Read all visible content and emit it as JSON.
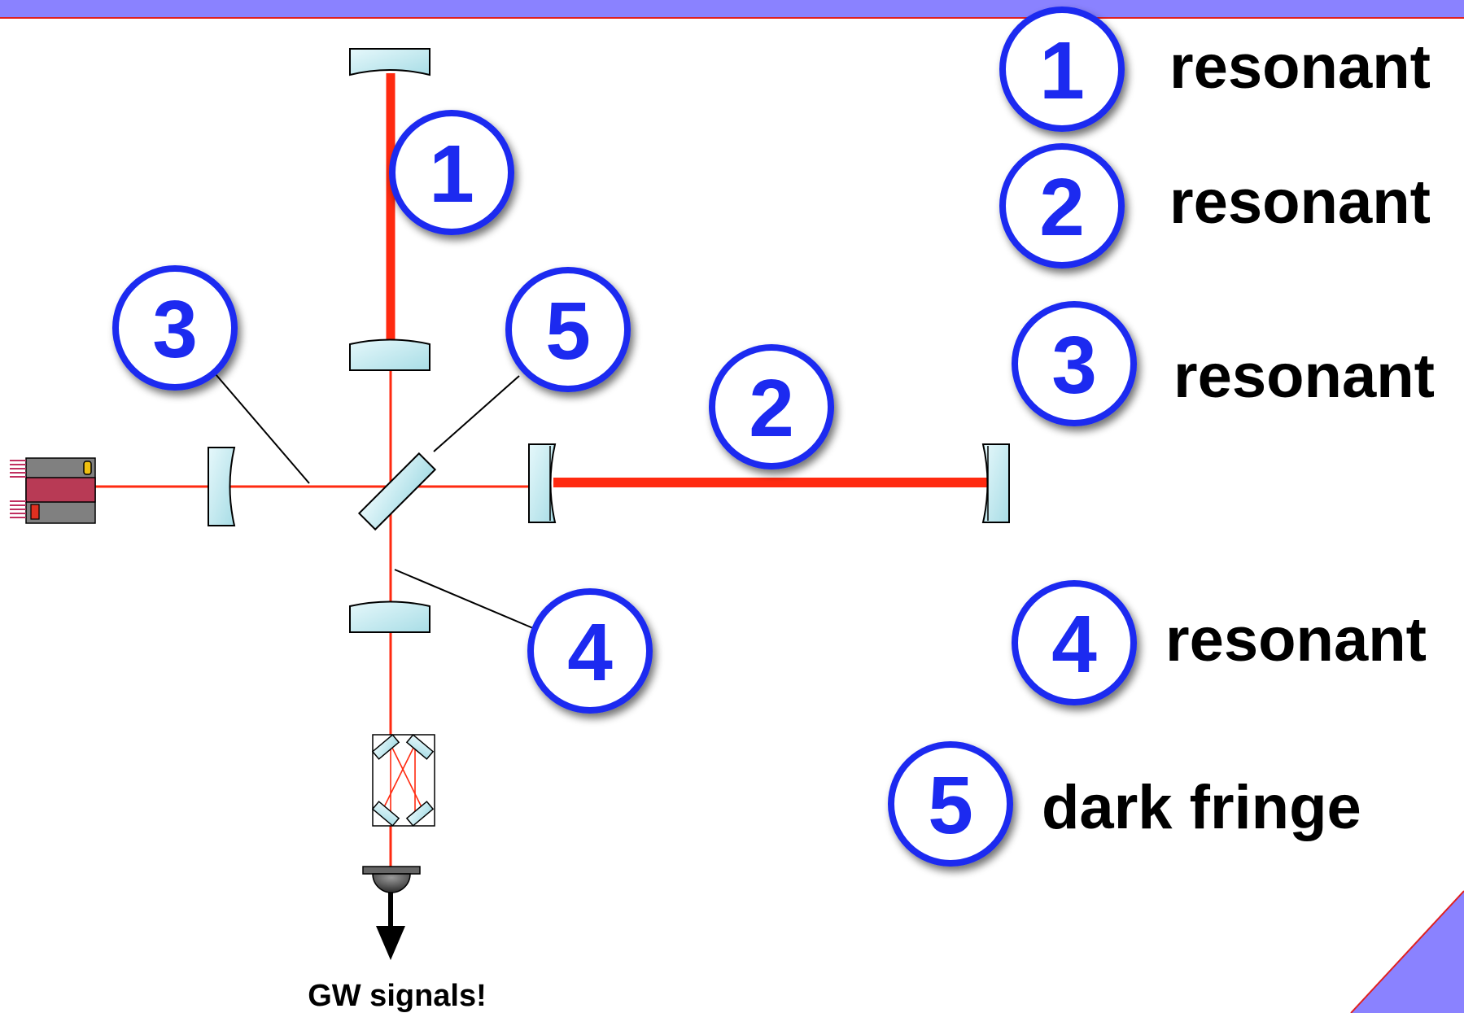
{
  "colors": {
    "slide_band": "#8a82ff",
    "band_edge": "#e02020",
    "laser_beam": "#ff2a10",
    "badge_ring": "#1a2bf0",
    "mirror_fill": "#bfeaf0",
    "leader_line": "#000000"
  },
  "diagram": {
    "badges": [
      {
        "id": "arm-1",
        "number": "1"
      },
      {
        "id": "recycling-3",
        "number": "3"
      },
      {
        "id": "bs-5",
        "number": "5"
      },
      {
        "id": "arm-2",
        "number": "2"
      },
      {
        "id": "signal-4",
        "number": "4"
      }
    ],
    "output_caption": "GW signals!",
    "icons": [
      "laser-source-icon",
      "photodetector-icon",
      "output-arrow-icon",
      "output-mode-cleaner-icon"
    ]
  },
  "legend": [
    {
      "number": "1",
      "state": "resonant"
    },
    {
      "number": "2",
      "state": "resonant"
    },
    {
      "number": "3",
      "state": "resonant"
    },
    {
      "number": "4",
      "state": "resonant"
    },
    {
      "number": "5",
      "state": "dark fringe"
    }
  ]
}
